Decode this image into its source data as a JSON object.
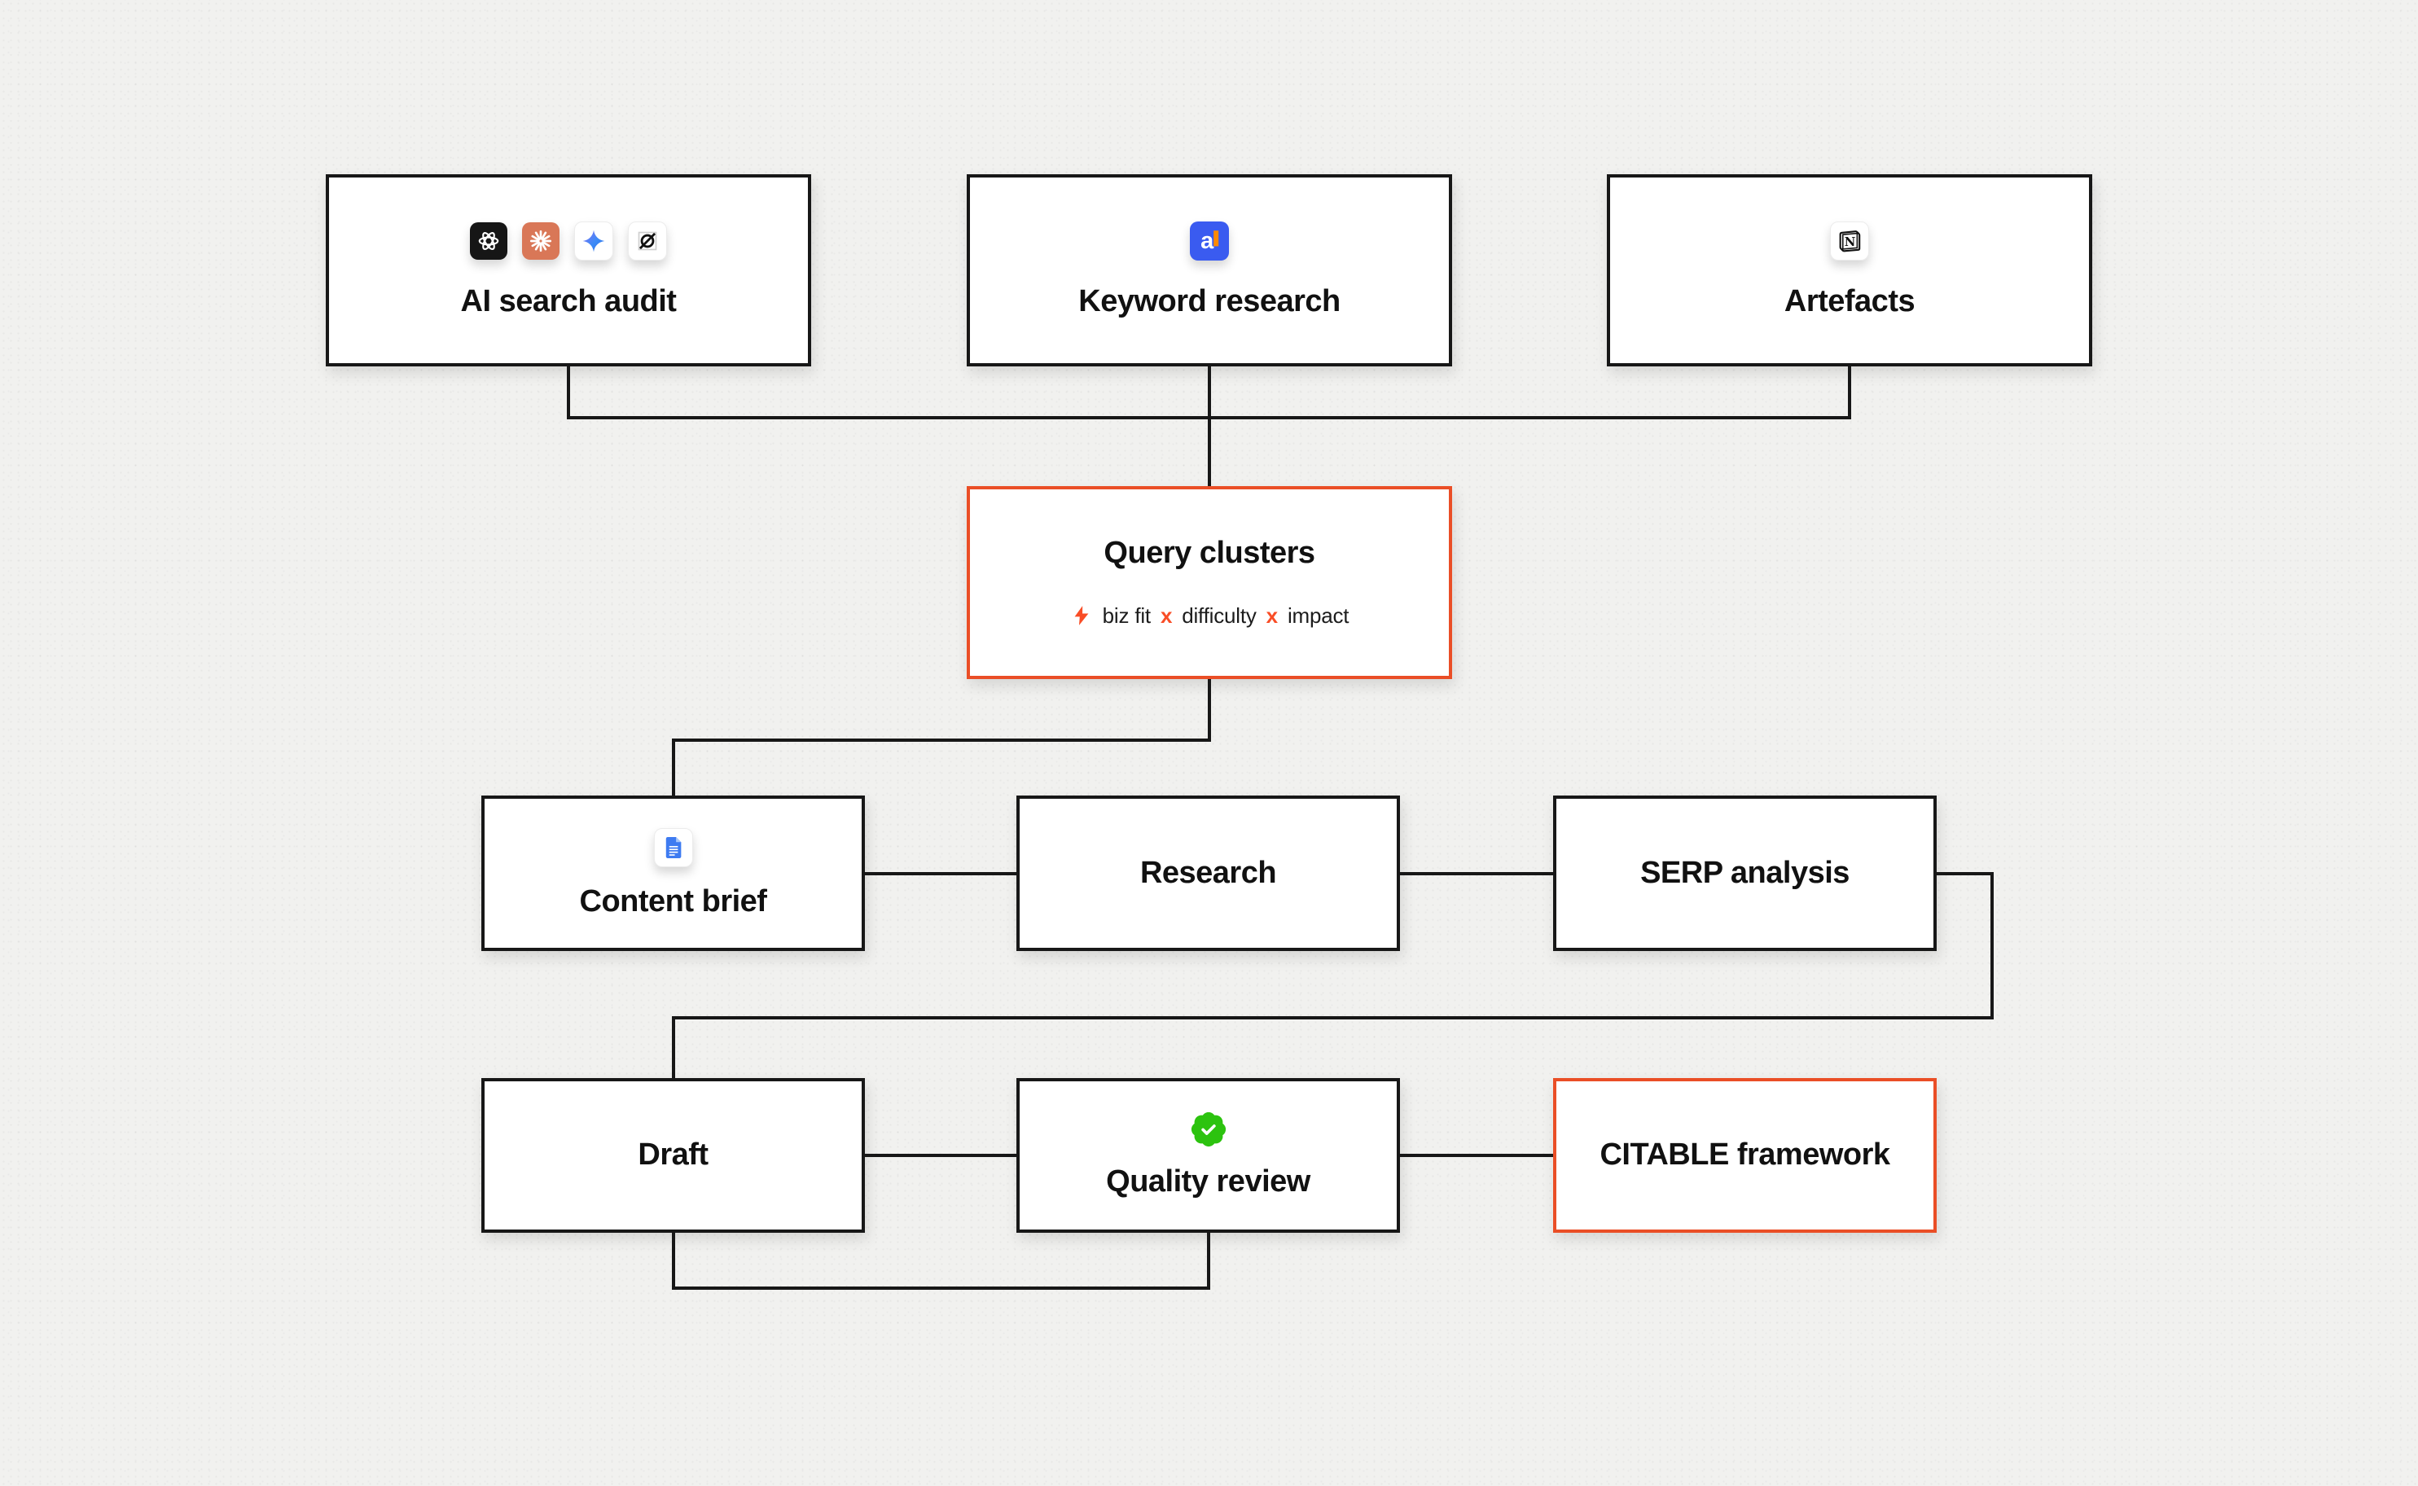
{
  "diagram": {
    "colors": {
      "background": "#f1f1ef",
      "connector_line": "#171717",
      "accent_border_orange": "#EA4E26",
      "formula_orange": "#F94D26",
      "badge_green": "#2CC30F",
      "ahrefs_blue": "#3A5BF0",
      "claude_clay": "#D97757",
      "docs_blue": "#3E7BF1"
    },
    "nodes": {
      "ai_search_audit": {
        "label": "AI search audit",
        "icons": [
          "openai-icon",
          "claude-icon",
          "gemini-icon",
          "grok-icon"
        ]
      },
      "keyword_research": {
        "label": "Keyword research",
        "icons": [
          "ahrefs-icon"
        ]
      },
      "artefacts": {
        "label": "Artefacts",
        "icons": [
          "notion-icon"
        ]
      },
      "query_clusters": {
        "title": "Query clusters",
        "formula": {
          "icon": "lightning-bolt-icon",
          "term1": "biz fit",
          "op1": "x",
          "term2": "difficulty",
          "op2": "x",
          "term3": "impact"
        }
      },
      "content_brief": {
        "label": "Content brief",
        "icons": [
          "google-docs-icon"
        ]
      },
      "research": {
        "label": "Research"
      },
      "serp_analysis": {
        "label": "SERP analysis"
      },
      "draft": {
        "label": "Draft"
      },
      "quality_review": {
        "label": "Quality review",
        "icons": [
          "verified-badge-icon"
        ]
      },
      "citable_framework": {
        "label": "CITABLE framework"
      }
    }
  }
}
